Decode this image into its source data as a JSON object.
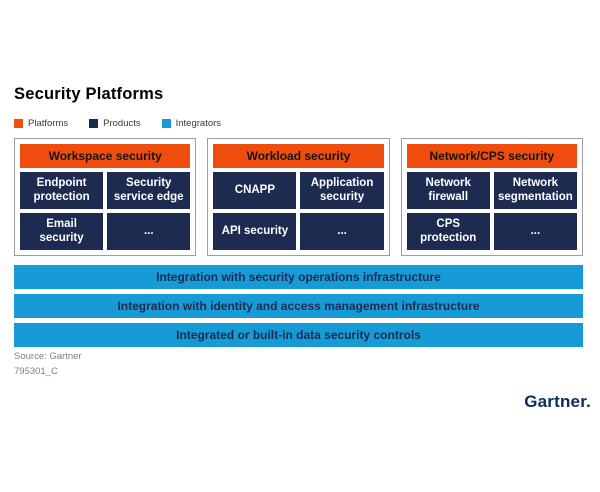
{
  "title": "Security Platforms",
  "legend": {
    "items": [
      {
        "label": "Platforms",
        "color": "#ee4d0d"
      },
      {
        "label": "Products",
        "color": "#1c2b4f"
      },
      {
        "label": "Integrators",
        "color": "#169bd7"
      }
    ]
  },
  "platforms": [
    {
      "header": "Workspace security",
      "products": [
        "Endpoint protection",
        "Security service edge",
        "Email security",
        "..."
      ]
    },
    {
      "header": "Workload security",
      "products": [
        "CNAPP",
        "Application security",
        "API security",
        "..."
      ]
    },
    {
      "header": "Network/CPS security",
      "products": [
        "Network firewall",
        "Network segmentation",
        "CPS protection",
        "..."
      ]
    }
  ],
  "integrators": [
    {
      "label": "Integration with security operations infrastructure"
    },
    {
      "label": "Integration with identity and access management infrastructure"
    },
    {
      "label": "Integrated or built-in data security controls"
    }
  ],
  "footer": {
    "source": "Source: Gartner",
    "figure_id": "795301_C",
    "logo": "Gartner."
  },
  "colors": {
    "platform_orange": "#ee4d0d",
    "product_navy": "#1c2b4f",
    "integrator_blue": "#169bd7",
    "box_border_gray": "#9d9da5",
    "logo_navy": "#0b2b5b",
    "source_gray": "#7f7f7f",
    "title_black": "#000000"
  }
}
